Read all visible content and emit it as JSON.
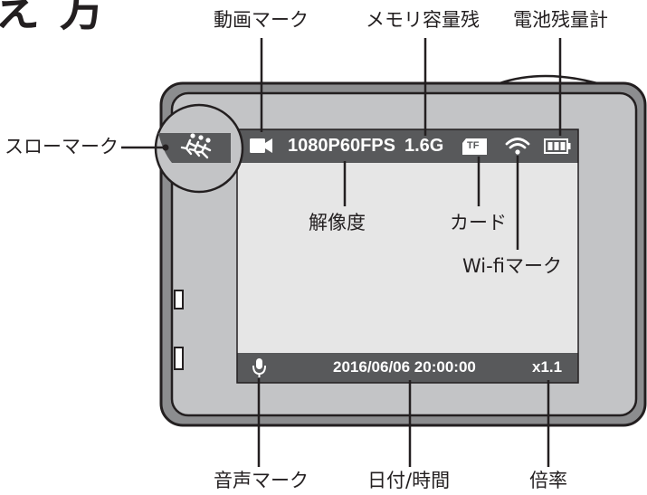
{
  "heading": "え 方",
  "labels": {
    "video_mark": "動画マーク",
    "memory_remaining": "メモリ容量残",
    "battery_meter": "電池残量計",
    "slow_mark": "スローマーク",
    "resolution": "解像度",
    "card": "カード",
    "wifi_mark": "Wi-fiマーク",
    "audio_mark": "音声マーク",
    "date_time": "日付/時間",
    "magnification": "倍率"
  },
  "screen": {
    "resolution_text": "1080P60FPS",
    "memory_text": "1.6G",
    "card_text": "TF",
    "datetime_text": "2016/06/06 20:00:00",
    "zoom_text": "x1.1"
  },
  "icons": {
    "slow": "slow-motion-icon",
    "video": "video-camera-icon",
    "card": "sd-card-icon",
    "wifi": "wifi-icon",
    "battery": "battery-icon",
    "audio": "microphone-icon"
  },
  "colors": {
    "camera_body": "#8c8d8f",
    "camera_face": "#c3c4c6",
    "screen_bar": "#58595b",
    "screen_bg": "#e6e6e6",
    "ink": "#231f20"
  }
}
